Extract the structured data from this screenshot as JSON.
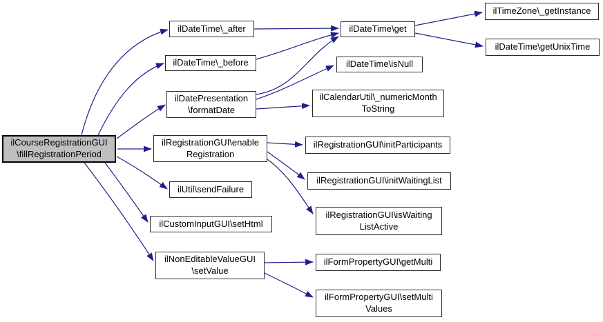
{
  "diagram": {
    "type": "call-graph",
    "colors": {
      "edge": "#20208c",
      "node_border": "#2b2b2b",
      "node_bg": "#ffffff",
      "highlight_bg": "#bfbfbf",
      "text": "#000000"
    },
    "nodes": [
      {
        "id": "main",
        "label": "ilCourseRegistrationGUI\\fillRegistrationPeriod",
        "lines": [
          "ilCourseRegistrationGUI",
          "\\fillRegistrationPeriod"
        ],
        "highlighted": true
      },
      {
        "id": "after",
        "label": "ilDateTime\\_after",
        "lines": [
          "ilDateTime\\_after"
        ],
        "highlighted": false
      },
      {
        "id": "before",
        "label": "ilDateTime\\_before",
        "lines": [
          "ilDateTime\\_before"
        ],
        "highlighted": false
      },
      {
        "id": "formatDate",
        "label": "ilDatePresentation\\formatDate",
        "lines": [
          "ilDatePresentation",
          "\\formatDate"
        ],
        "highlighted": false
      },
      {
        "id": "enable",
        "label": "ilRegistrationGUI\\enableRegistration",
        "lines": [
          "ilRegistrationGUI\\enable",
          "Registration"
        ],
        "highlighted": false
      },
      {
        "id": "sendFailure",
        "label": "ilUtil\\sendFailure",
        "lines": [
          "ilUtil\\sendFailure"
        ],
        "highlighted": false
      },
      {
        "id": "setHtml",
        "label": "ilCustomInputGUI\\setHtml",
        "lines": [
          "ilCustomInputGUI\\setHtml"
        ],
        "highlighted": false
      },
      {
        "id": "setValue",
        "label": "ilNonEditableValueGUI\\setValue",
        "lines": [
          "ilNonEditableValueGUI",
          "\\setValue"
        ],
        "highlighted": false
      },
      {
        "id": "get",
        "label": "ilDateTime\\get",
        "lines": [
          "ilDateTime\\get"
        ],
        "highlighted": false
      },
      {
        "id": "isNull",
        "label": "ilDateTime\\isNull",
        "lines": [
          "ilDateTime\\isNull"
        ],
        "highlighted": false
      },
      {
        "id": "calendar",
        "label": "ilCalendarUtil\\_numericMonthToString",
        "lines": [
          "ilCalendarUtil\\_numericMonth",
          "ToString"
        ],
        "highlighted": false
      },
      {
        "id": "initParticipants",
        "label": "ilRegistrationGUI\\initParticipants",
        "lines": [
          "ilRegistrationGUI\\initParticipants"
        ],
        "highlighted": false
      },
      {
        "id": "initWaitingList",
        "label": "ilRegistrationGUI\\initWaitingList",
        "lines": [
          "ilRegistrationGUI\\initWaitingList"
        ],
        "highlighted": false
      },
      {
        "id": "isWaitingListActive",
        "label": "ilRegistrationGUI\\isWaitingListActive",
        "lines": [
          "ilRegistrationGUI\\isWaiting",
          "ListActive"
        ],
        "highlighted": false
      },
      {
        "id": "getMulti",
        "label": "ilFormPropertyGUI\\getMulti",
        "lines": [
          "ilFormPropertyGUI\\getMulti"
        ],
        "highlighted": false
      },
      {
        "id": "setMultiValues",
        "label": "ilFormPropertyGUI\\setMultiValues",
        "lines": [
          "ilFormPropertyGUI\\setMulti",
          "Values"
        ],
        "highlighted": false
      },
      {
        "id": "getInstance",
        "label": "ilTimeZone\\_getInstance",
        "lines": [
          "ilTimeZone\\_getInstance"
        ],
        "highlighted": false
      },
      {
        "id": "getUnixTime",
        "label": "ilDateTime\\getUnixTime",
        "lines": [
          "ilDateTime\\getUnixTime"
        ],
        "highlighted": false
      }
    ],
    "edges": [
      {
        "from": "main",
        "to": "after"
      },
      {
        "from": "main",
        "to": "before"
      },
      {
        "from": "main",
        "to": "formatDate"
      },
      {
        "from": "main",
        "to": "enable"
      },
      {
        "from": "main",
        "to": "sendFailure"
      },
      {
        "from": "main",
        "to": "setHtml"
      },
      {
        "from": "main",
        "to": "setValue"
      },
      {
        "from": "after",
        "to": "get"
      },
      {
        "from": "before",
        "to": "get"
      },
      {
        "from": "formatDate",
        "to": "get"
      },
      {
        "from": "formatDate",
        "to": "isNull"
      },
      {
        "from": "formatDate",
        "to": "calendar"
      },
      {
        "from": "get",
        "to": "getInstance"
      },
      {
        "from": "get",
        "to": "getUnixTime"
      },
      {
        "from": "enable",
        "to": "initParticipants"
      },
      {
        "from": "enable",
        "to": "initWaitingList"
      },
      {
        "from": "enable",
        "to": "isWaitingListActive"
      },
      {
        "from": "setValue",
        "to": "getMulti"
      },
      {
        "from": "setValue",
        "to": "setMultiValues"
      }
    ]
  }
}
